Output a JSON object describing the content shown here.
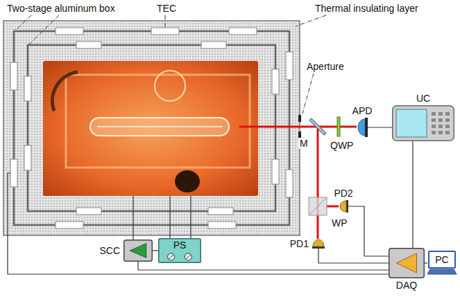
{
  "diagram": {
    "nodes": [
      {
        "text": [
          "APD"
        ]
      },
      {
        "text": [
          "UC"
        ]
      },
      {
        "text": [
          "PD2"
        ]
      },
      {
        "text": [
          "PD1"
        ]
      },
      {
        "text": [
          "SCC"
        ]
      },
      {
        "text": [
          "PS"
        ]
      },
      {
        "text": [
          "DAQ"
        ]
      },
      {
        "text": [
          "PC"
        ]
      }
    ],
    "edges": [
      {
        "from": 0,
        "to": 1,
        "arrow": "none"
      },
      {
        "from": 1,
        "to": 6,
        "arrow": "none"
      },
      {
        "from": 2,
        "to": 6,
        "arrow": "none"
      },
      {
        "from": 3,
        "to": 6,
        "arrow": "none"
      },
      {
        "from": 4,
        "to": 5,
        "arrow": "none"
      },
      {
        "from": 4,
        "to": 6,
        "arrow": "none"
      },
      {
        "from": 6,
        "to": 7,
        "arrow": "none"
      }
    ],
    "labels": [
      "Two-stage aluminum box",
      "TEC",
      "Thermal insulating layer",
      "Aperture",
      "M",
      "QWP",
      "WP"
    ]
  }
}
